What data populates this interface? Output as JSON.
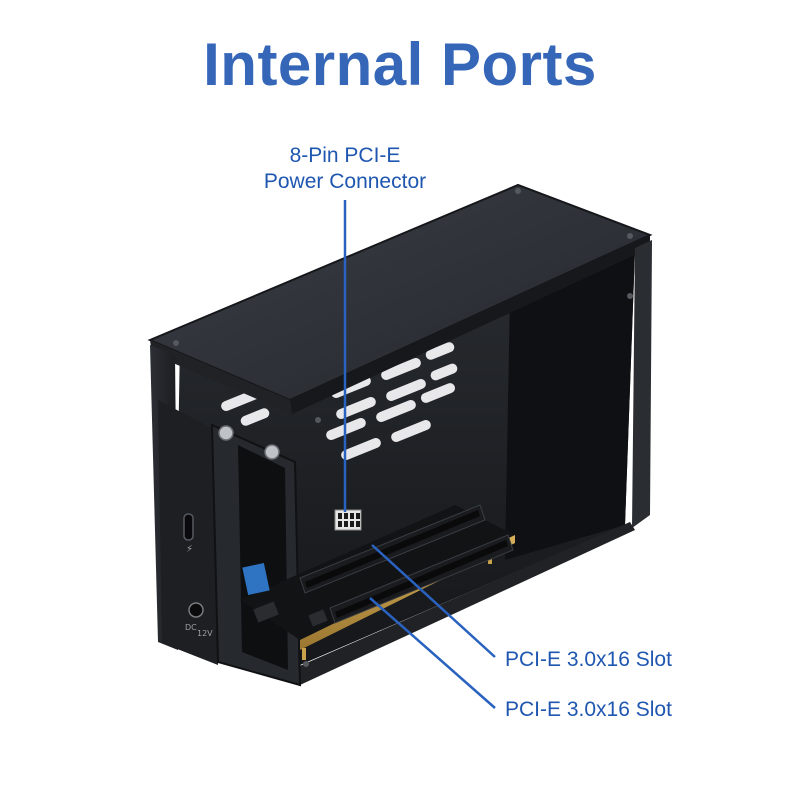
{
  "title": "Internal Ports",
  "callouts": {
    "power_line1": "8-Pin PCI-E",
    "power_line2": "Power Connector",
    "slot1": "PCI-E 3.0x16 Slot",
    "slot2": "PCI-E 3.0x16 Slot"
  },
  "port_labels": {
    "dc": "DC",
    "volt": "12V"
  },
  "colors": {
    "title": "#3566b8",
    "callout_text": "#1f57b0",
    "leader_line": "#2a62c0",
    "enclosure": "#1b1d21",
    "pcb": "#111214"
  }
}
